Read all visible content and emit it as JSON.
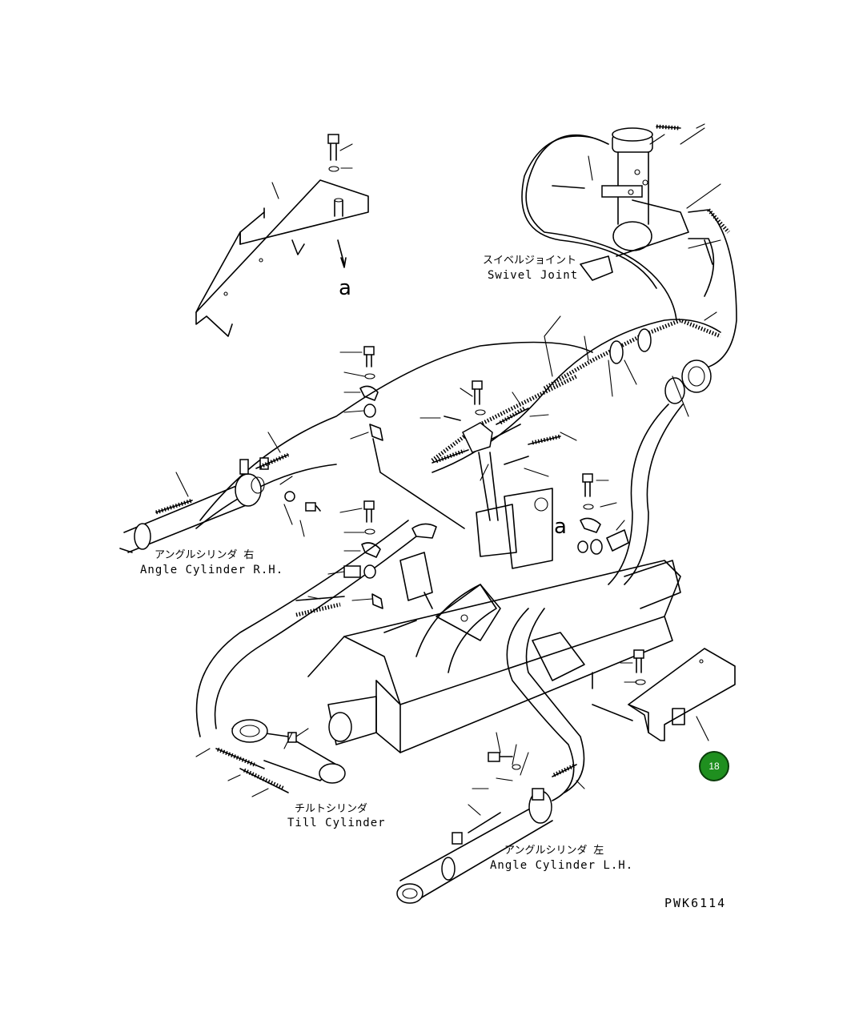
{
  "labels": {
    "swivel_joint_jp": "スイベルジョイント",
    "swivel_joint_en": "Swivel Joint",
    "angle_cylinder_rh_jp": "アングルシリンダ 右",
    "angle_cylinder_rh_en": "Angle Cylinder R.H.",
    "tilt_cylinder_jp": "チルトシリンダ",
    "tilt_cylinder_en": "Till Cylinder",
    "angle_cylinder_lh_jp": "アングルシリンダ 左",
    "angle_cylinder_lh_en": "Angle Cylinder L.H.",
    "view_ref_top": "a",
    "view_ref_mid": "a",
    "drawing_code": "PWK6114"
  },
  "callout": {
    "number": "18",
    "color": "#1f8f1f"
  }
}
